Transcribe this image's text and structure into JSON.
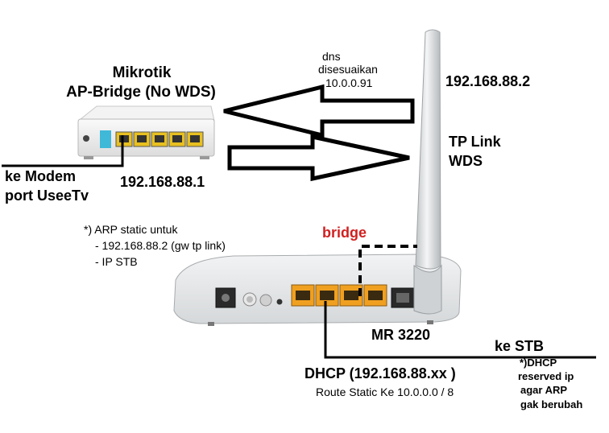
{
  "mikrotik": {
    "name": "Mikrotik",
    "mode": "AP-Bridge (No WDS)",
    "uplink_line1": "ke Modem",
    "uplink_line2": "port UseeTv",
    "ip": "192.168.88.1"
  },
  "dns_note": {
    "line1": "dns",
    "line2": "disesuaikan",
    "line3": "10.0.0.91"
  },
  "tplink": {
    "ip": "192.168.88.2",
    "name_line1": "TP Link",
    "name_line2": "WDS",
    "model": "MR 3220"
  },
  "arp_note": {
    "title": "*) ARP static untuk",
    "item1": "- 192.168.88.2  (gw tp link)",
    "item2": "- IP STB"
  },
  "bridge_label": "bridge",
  "dhcp": {
    "line1": "DHCP (192.168.88.xx )",
    "line2": "Route Static Ke 10.0.0.0 / 8"
  },
  "stb": {
    "label": "ke STB",
    "note_line1": "*)DHCP",
    "note_line2": "reserved ip",
    "note_line3": "agar ARP",
    "note_line4": "gak berubah"
  },
  "colors": {
    "bridge": "#d02020",
    "lan_ports": "#f0a020",
    "mikrotik_port": "#e8c020",
    "mikrotik_led": "#40b8d8"
  }
}
